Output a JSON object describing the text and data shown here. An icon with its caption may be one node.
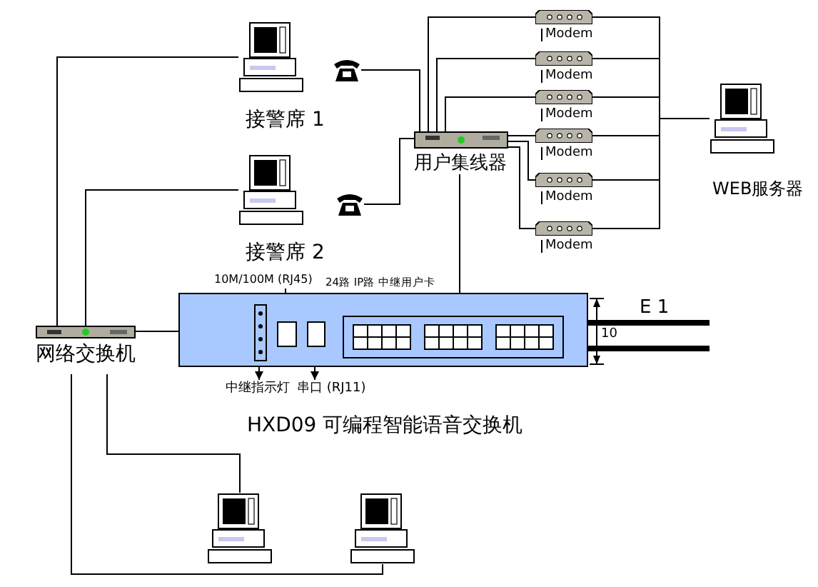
{
  "diagram": {
    "nodes": [
      {
        "text": [
          "接警席 1"
        ]
      },
      {
        "text": [],
        "shape": "picture"
      },
      {
        "text": [
          "接警席 2"
        ]
      },
      {
        "text": [],
        "shape": "picture"
      },
      {
        "text": [
          "用户集线器"
        ]
      },
      {
        "text": [
          "Modem"
        ]
      },
      {
        "text": [
          "Modem"
        ]
      },
      {
        "text": [
          "Modem"
        ]
      },
      {
        "text": [
          "Modem"
        ]
      },
      {
        "text": [
          "Modem"
        ]
      },
      {
        "text": [
          "Modem"
        ]
      },
      {
        "text": [
          "WEB服务器"
        ]
      },
      {
        "text": [
          "网络交换机"
        ]
      },
      {
        "text": [
          "HXD09 可编程智能语音交换机"
        ]
      },
      {
        "text": [],
        "shape": "picture"
      },
      {
        "text": [],
        "shape": "picture"
      },
      {
        "text": [],
        "shape": "bar",
        "in": 13
      },
      {
        "text": [],
        "shape": "box",
        "in": 13
      },
      {
        "text": [],
        "shape": "box",
        "in": 13
      },
      {
        "text": [],
        "shape": "box",
        "in": 13
      },
      {
        "text": [
          "10M/100M (RJ45)"
        ]
      },
      {
        "text": [
          "中继指示灯"
        ]
      },
      {
        "text": [
          "串口 (RJ11)"
        ]
      }
    ],
    "edges": [
      {
        "from": 0,
        "to": 12,
        "arrow": "none"
      },
      {
        "from": 2,
        "to": 12,
        "arrow": "none"
      },
      {
        "from": 1,
        "to": 4,
        "arrow": "none"
      },
      {
        "from": 3,
        "to": 4,
        "arrow": "none"
      },
      {
        "from": 4,
        "to": 5,
        "arrow": "none"
      },
      {
        "from": 4,
        "to": 6,
        "arrow": "none"
      },
      {
        "from": 4,
        "to": 7,
        "arrow": "none"
      },
      {
        "from": 4,
        "to": 8,
        "arrow": "none"
      },
      {
        "from": 4,
        "to": 9,
        "arrow": "none"
      },
      {
        "from": 4,
        "to": 10,
        "arrow": "none"
      },
      {
        "from": 5,
        "to": 11,
        "arrow": "none"
      },
      {
        "from": 6,
        "to": 11,
        "arrow": "none"
      },
      {
        "from": 7,
        "to": 11,
        "arrow": "none"
      },
      {
        "from": 8,
        "to": 11,
        "arrow": "none"
      },
      {
        "from": 9,
        "to": 11,
        "arrow": "none"
      },
      {
        "from": 10,
        "to": 11,
        "arrow": "none"
      },
      {
        "from": 12,
        "to": 13,
        "arrow": "none"
      },
      {
        "from": 12,
        "to": 14,
        "arrow": "none"
      },
      {
        "from": 12,
        "to": 15,
        "arrow": "none"
      },
      {
        "from": 4,
        "to": 19,
        "arrow": "none"
      },
      {
        "from": 20,
        "to": 17,
        "arrow": "none"
      },
      {
        "from": 16,
        "to": 21,
        "arrow": "to"
      },
      {
        "from": 18,
        "to": 22,
        "arrow": "to"
      },
      {
        "from": 13,
        "to": null,
        "arrow": "none",
        "style": "thick"
      },
      {
        "from": 13,
        "to": null,
        "arrow": "none",
        "style": "thick"
      }
    ],
    "labels": [
      "24路 IP路 中继用户卡",
      "E 1",
      "10"
    ]
  }
}
